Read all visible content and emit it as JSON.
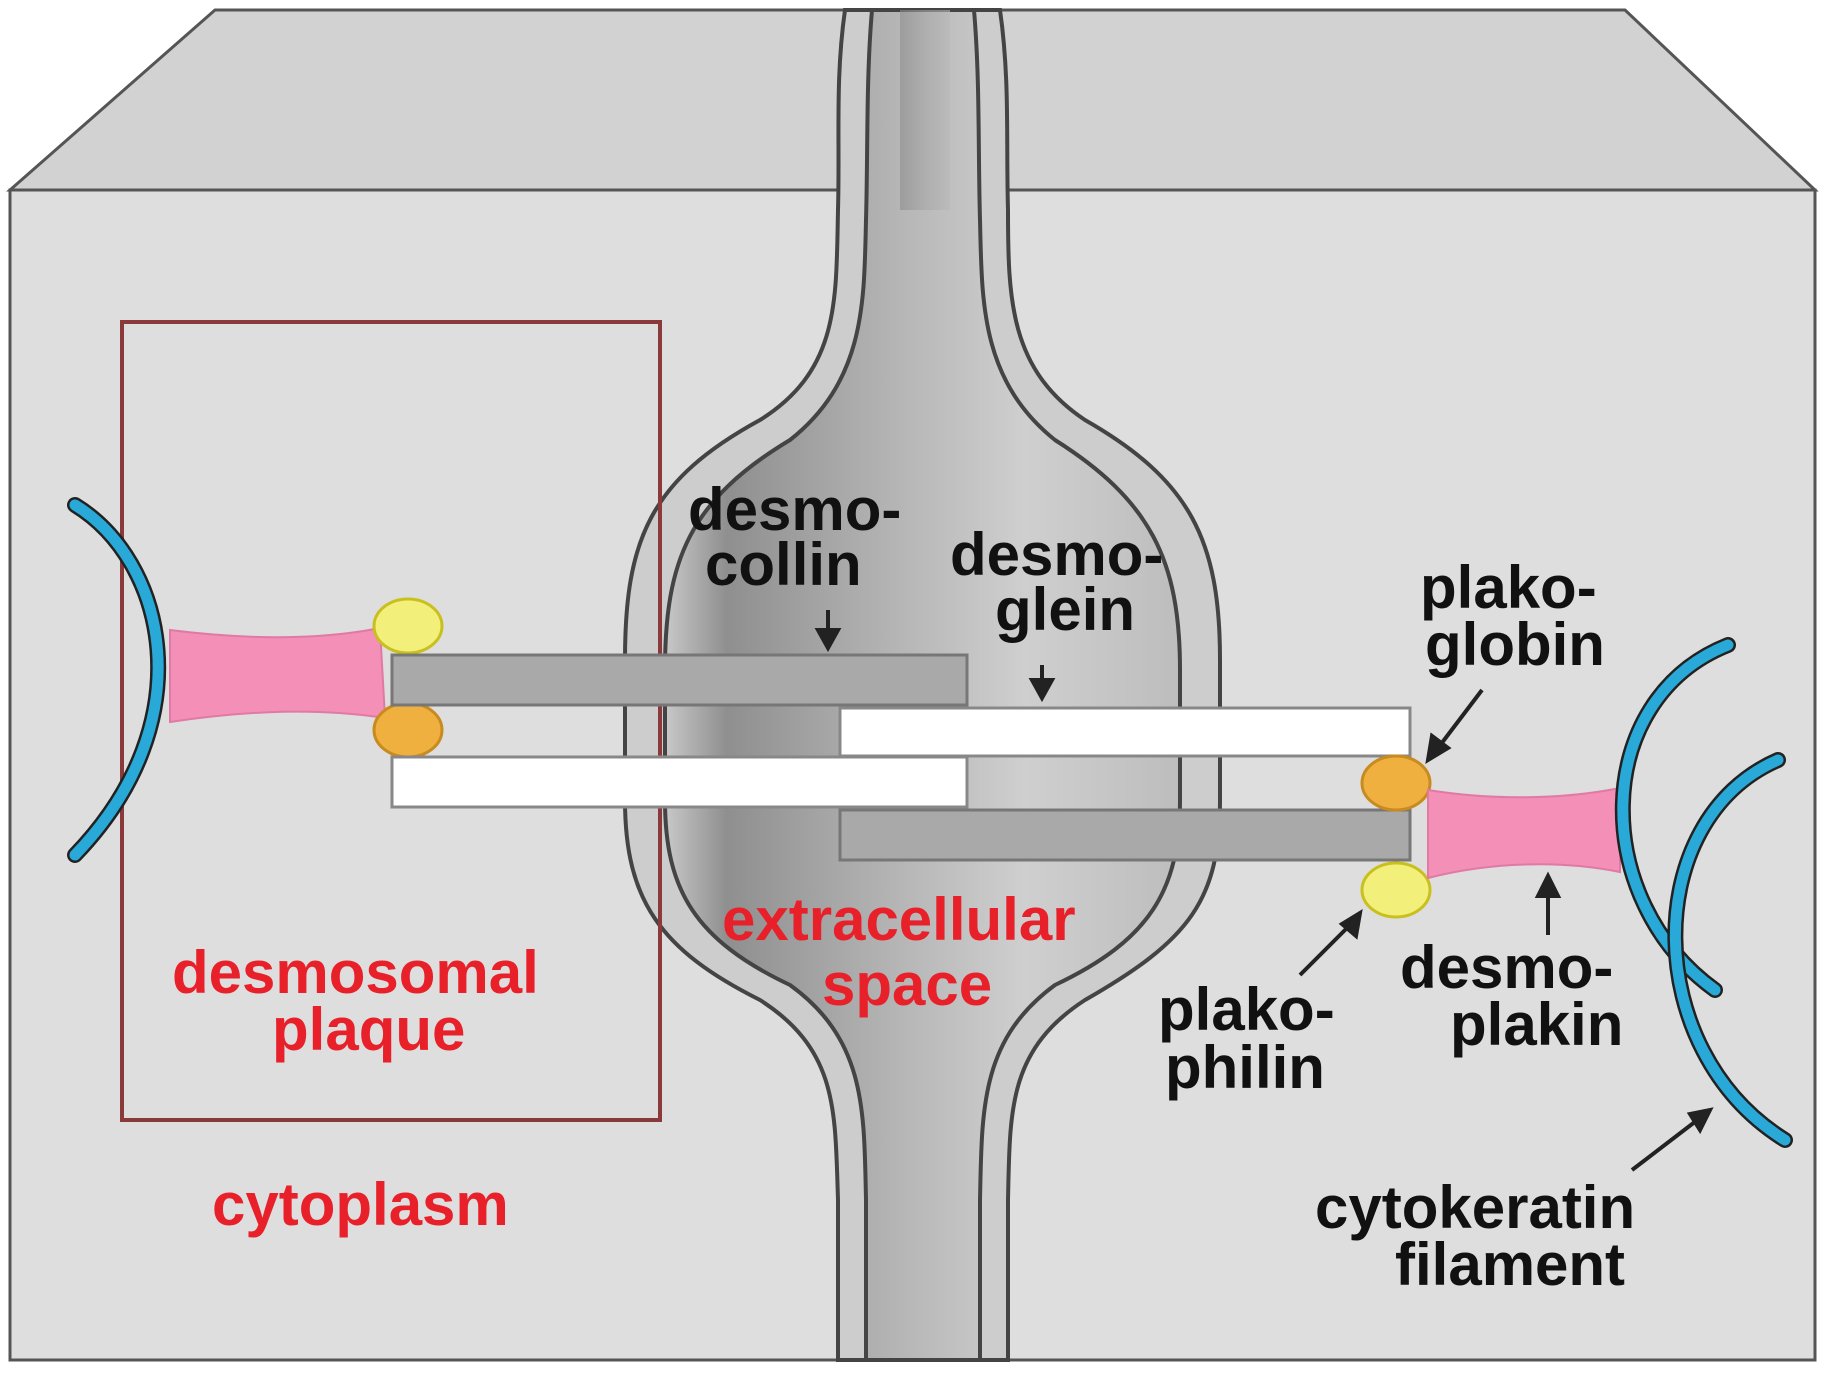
{
  "labels": {
    "desmocollin": [
      "desmo-",
      "collin"
    ],
    "desmoglein": [
      "desmo-",
      "glein"
    ],
    "plakoglobin": [
      "plako-",
      "globin"
    ],
    "plakophilin": [
      "plako-",
      "philin"
    ],
    "desmoplakin": [
      "desmo-",
      "plakin"
    ],
    "cytokeratin_filament": [
      "cytokeratin",
      "filament"
    ],
    "extracellular_space": [
      "extracellular",
      "space"
    ],
    "desmosomal_plaque": [
      "desmosomal",
      "plaque"
    ],
    "cytoplasm": "cytoplasm"
  },
  "colors": {
    "cell_face": "#dcdcdc",
    "cell_top": "#d4d4d4",
    "outline": "#555555",
    "membrane_fill": "#c8c8c8",
    "extracellular": "#9e9e9e",
    "plaque_box": "#8a3a3a",
    "keratin": "#29a9d8",
    "desmoplakin": "#f48fb8",
    "plakoglobin": "#f2f07a",
    "plakophilin": "#f0b040",
    "cadherin_dark": "#a9a9a9",
    "cadherin_light": "#ffffff",
    "label_black": "#111111",
    "label_red": "#e8202a",
    "arrow": "#222222"
  }
}
